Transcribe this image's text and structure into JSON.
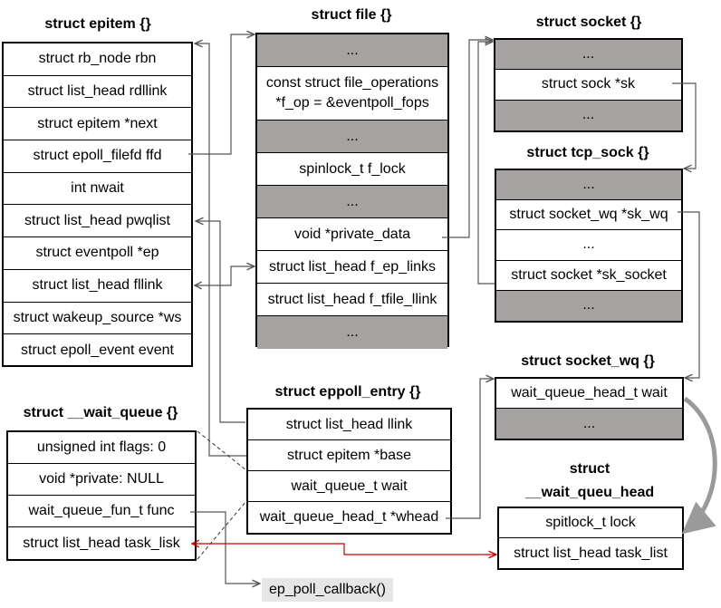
{
  "epitem": {
    "title": "struct epitem {}",
    "rows": [
      "struct rb_node rbn",
      "struct list_head rdllink",
      "struct epitem *next",
      "struct epoll_filefd ffd",
      "int nwait",
      "struct list_head pwqlist",
      "struct eventpoll *ep",
      "struct list_head fllink",
      "struct wakeup_source *ws",
      "struct epoll_event event"
    ]
  },
  "file": {
    "title": "struct file {}",
    "r0": "...",
    "fop_1": "const struct file_operations",
    "fop_2": "*f_op = &eventpoll_fops",
    "r2": "...",
    "r3": "spinlock_t f_lock",
    "r4": "...",
    "r5": "void *private_data",
    "r6": "struct list_head f_ep_links",
    "r7": "struct list_head f_tfile_llink",
    "r8": "..."
  },
  "socket": {
    "title": "struct socket {}",
    "rows": [
      "...",
      "struct sock *sk",
      "..."
    ]
  },
  "tcp_sock": {
    "title": "struct tcp_sock {}",
    "rows": [
      "...",
      "struct socket_wq *sk_wq",
      "...",
      "struct socket *sk_socket",
      "..."
    ]
  },
  "socket_wq": {
    "title": "struct socket_wq {}",
    "rows": [
      "wait_queue_head_t wait",
      "..."
    ]
  },
  "wait_queue_head": {
    "title_1": "struct",
    "title_2": "__wait_queu_head {}",
    "rows": [
      "spitlock_t lock",
      "struct list_head task_list"
    ]
  },
  "eppoll_entry": {
    "title": "struct eppoll_entry {}",
    "rows": [
      "struct list_head llink",
      "struct epitem *base",
      "wait_queue_t wait",
      "wait_queue_head_t *whead"
    ]
  },
  "wait_queue": {
    "title": "struct __wait_queue {}",
    "rows": [
      "unsigned int flags:  0",
      "void *private: NULL",
      "wait_queue_fun_t func",
      "struct list_head task_lisk"
    ]
  },
  "callback": {
    "label": "ep_poll_callback()"
  },
  "colors": {
    "gray_row": "#a6a2a2",
    "link_red": "#cc0000",
    "link_gray": "#555555",
    "callback_bg": "#e6e6e6"
  }
}
